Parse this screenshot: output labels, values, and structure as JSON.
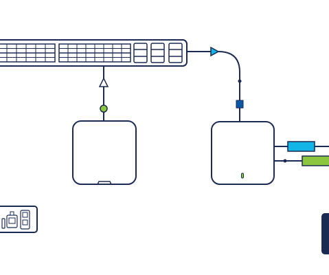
{
  "diagram": {
    "colors": {
      "stroke": "#1b2a52",
      "accent_cyan": "#13b4e6",
      "accent_green": "#8cc63f",
      "accent_blue": "#0b57a4",
      "node_green": "#8cc63f",
      "background": "#ffffff"
    },
    "elements": {
      "switch": "network-switch-icon",
      "uplink_arrow": "uplink-arrow-icon",
      "link_connector": "link-endpoint-icon",
      "access_point_left": "access-point-icon",
      "access_point_right": "access-point-icon",
      "status_led": "status-led-icon",
      "cable_cyan": "cable-cyan-icon",
      "cable_green": "cable-green-icon",
      "rack_module": "hardware-module-icon",
      "edge_device": "edge-device-icon"
    },
    "connections": [
      {
        "from": "switch",
        "to": "access_point_left",
        "marker": "arrow"
      },
      {
        "from": "switch",
        "to": "access_point_right",
        "marker": "arrow"
      },
      {
        "from": "access_point_right",
        "to": "cable_cyan"
      },
      {
        "from": "access_point_right",
        "to": "cable_green"
      }
    ]
  }
}
